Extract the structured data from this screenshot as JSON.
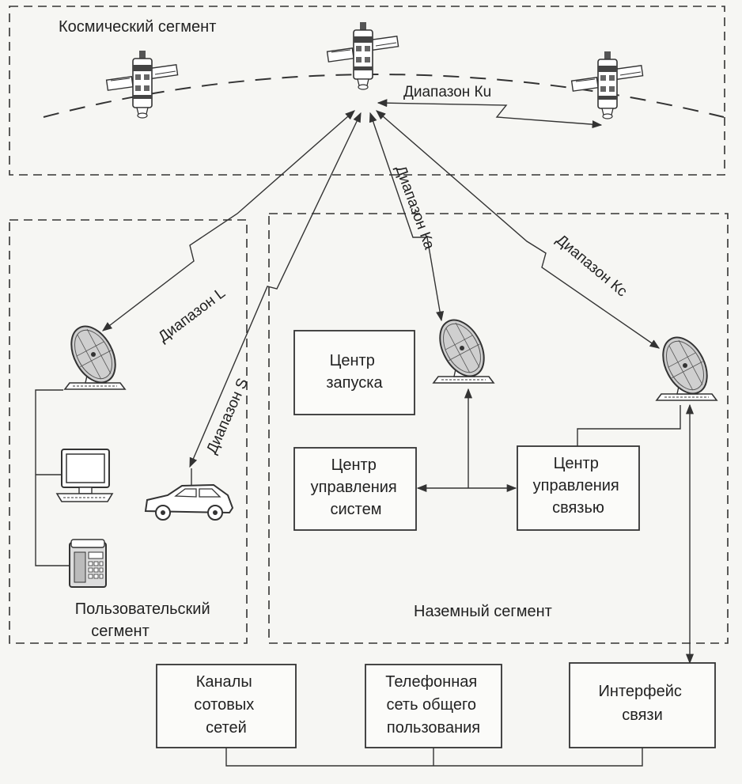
{
  "segments": {
    "space": "Космический сегмент",
    "user_line1": "Пользовательский",
    "user_line2": "сегмент",
    "ground": "Наземный сегмент"
  },
  "bands": {
    "ku": "Диапазон Кu",
    "l": "Диапазон L",
    "s": "Диапазон S",
    "ka": "Диапазон Ка",
    "kc": "Диапазон Кс"
  },
  "nodes": {
    "launch_center": [
      "Центр",
      "запуска"
    ],
    "system_control_center": [
      "Центр",
      "управления",
      "систем"
    ],
    "comm_control_center": [
      "Центр",
      "управления",
      "связью"
    ],
    "cellular_channels": [
      "Каналы",
      "сотовых",
      "сетей"
    ],
    "public_phone_network": [
      "Телефонная",
      "сеть общего",
      "пользования"
    ],
    "comm_interface": [
      "Интерфейс",
      "связи"
    ]
  },
  "colors": {
    "line": "#333333",
    "paper": "#f6f6f3"
  },
  "icons": [
    "satellite-icon",
    "dish-antenna-icon",
    "computer-icon",
    "telephone-icon",
    "car-icon"
  ]
}
